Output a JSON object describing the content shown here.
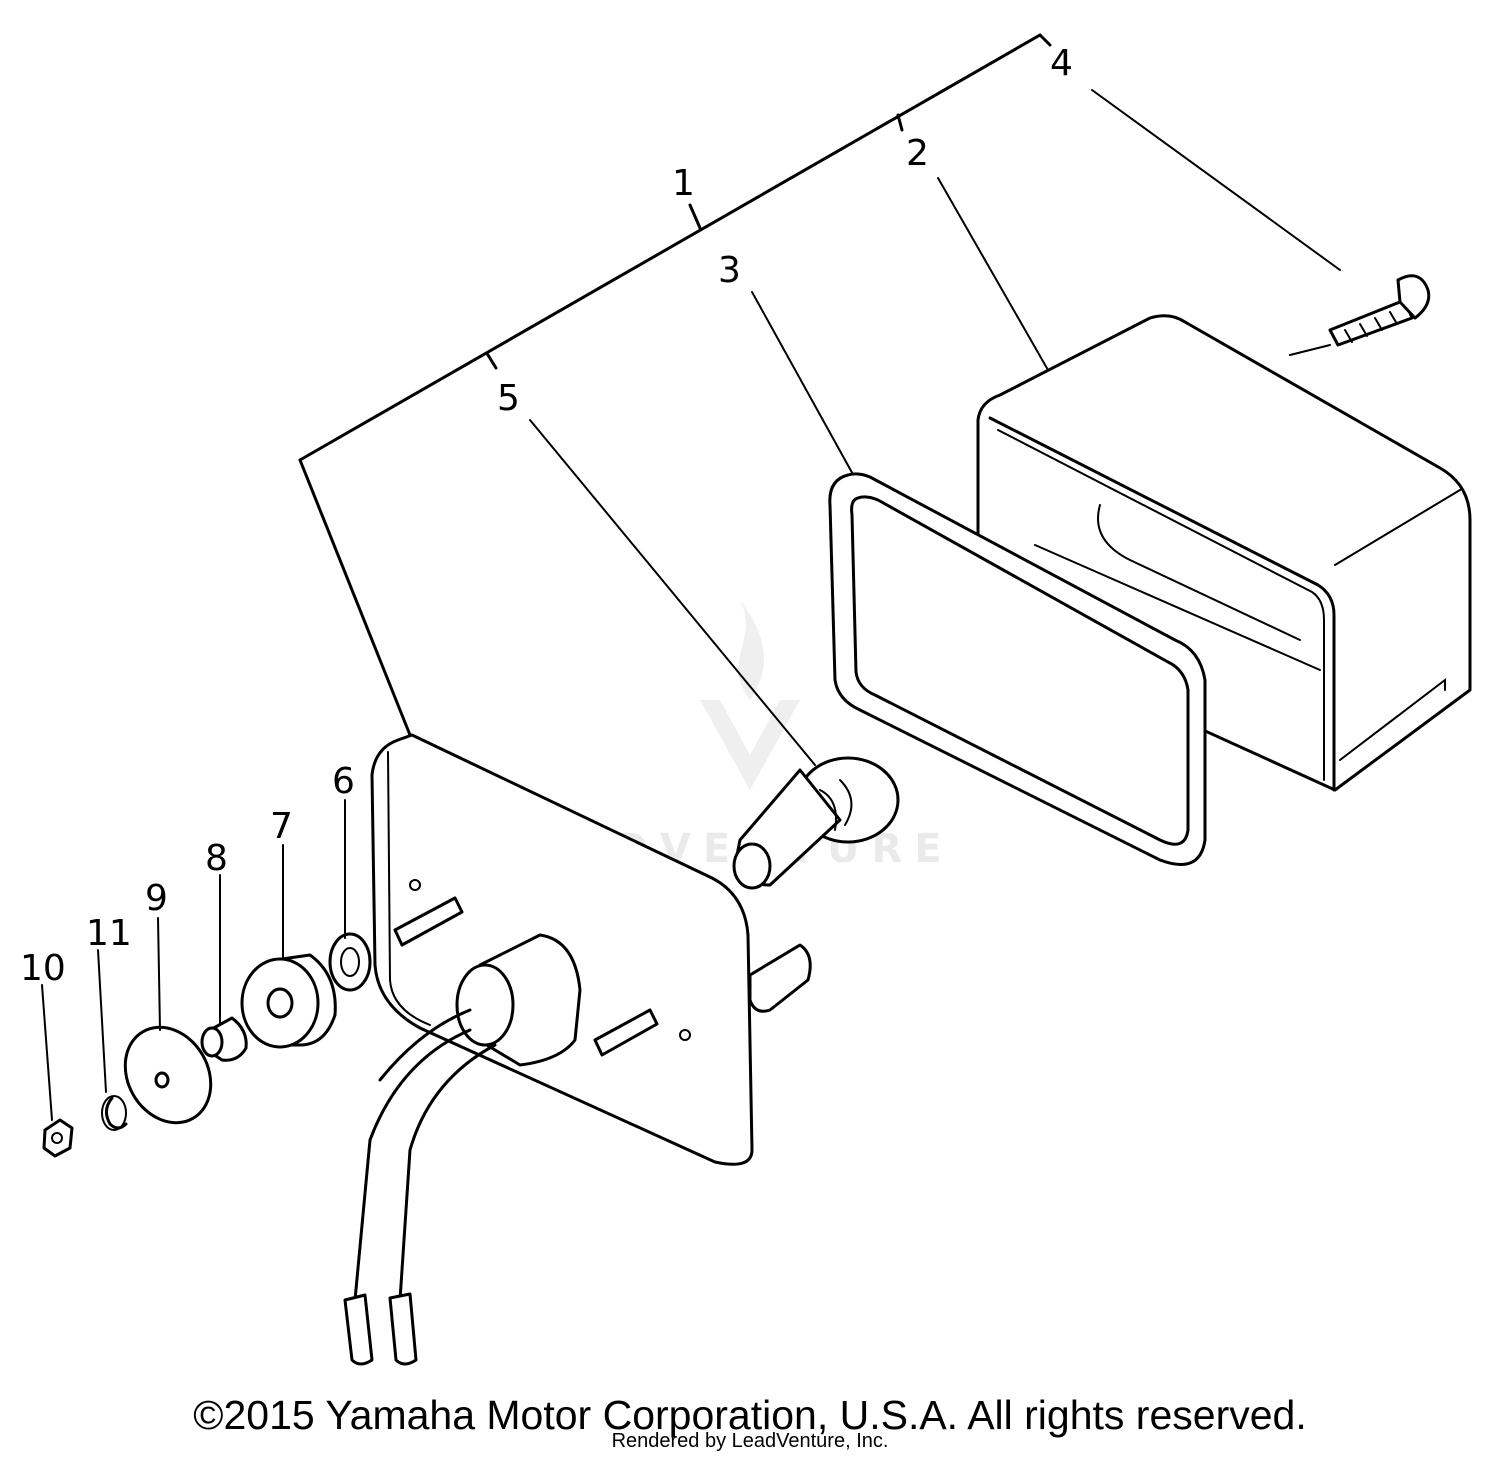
{
  "diagram": {
    "callouts": [
      {
        "id": "1",
        "label": "1"
      },
      {
        "id": "2",
        "label": "2"
      },
      {
        "id": "3",
        "label": "3"
      },
      {
        "id": "4",
        "label": "4"
      },
      {
        "id": "5",
        "label": "5"
      },
      {
        "id": "6",
        "label": "6"
      },
      {
        "id": "7",
        "label": "7"
      },
      {
        "id": "8",
        "label": "8"
      },
      {
        "id": "9",
        "label": "9"
      },
      {
        "id": "10",
        "label": "10"
      },
      {
        "id": "11",
        "label": "11"
      }
    ],
    "watermark": "LEADVENTURE"
  },
  "footer": {
    "copyright": "©2015 Yamaha Motor Corporation, U.S.A. All rights reserved.",
    "rendered_by": "Rendered by LeadVenture, Inc."
  }
}
